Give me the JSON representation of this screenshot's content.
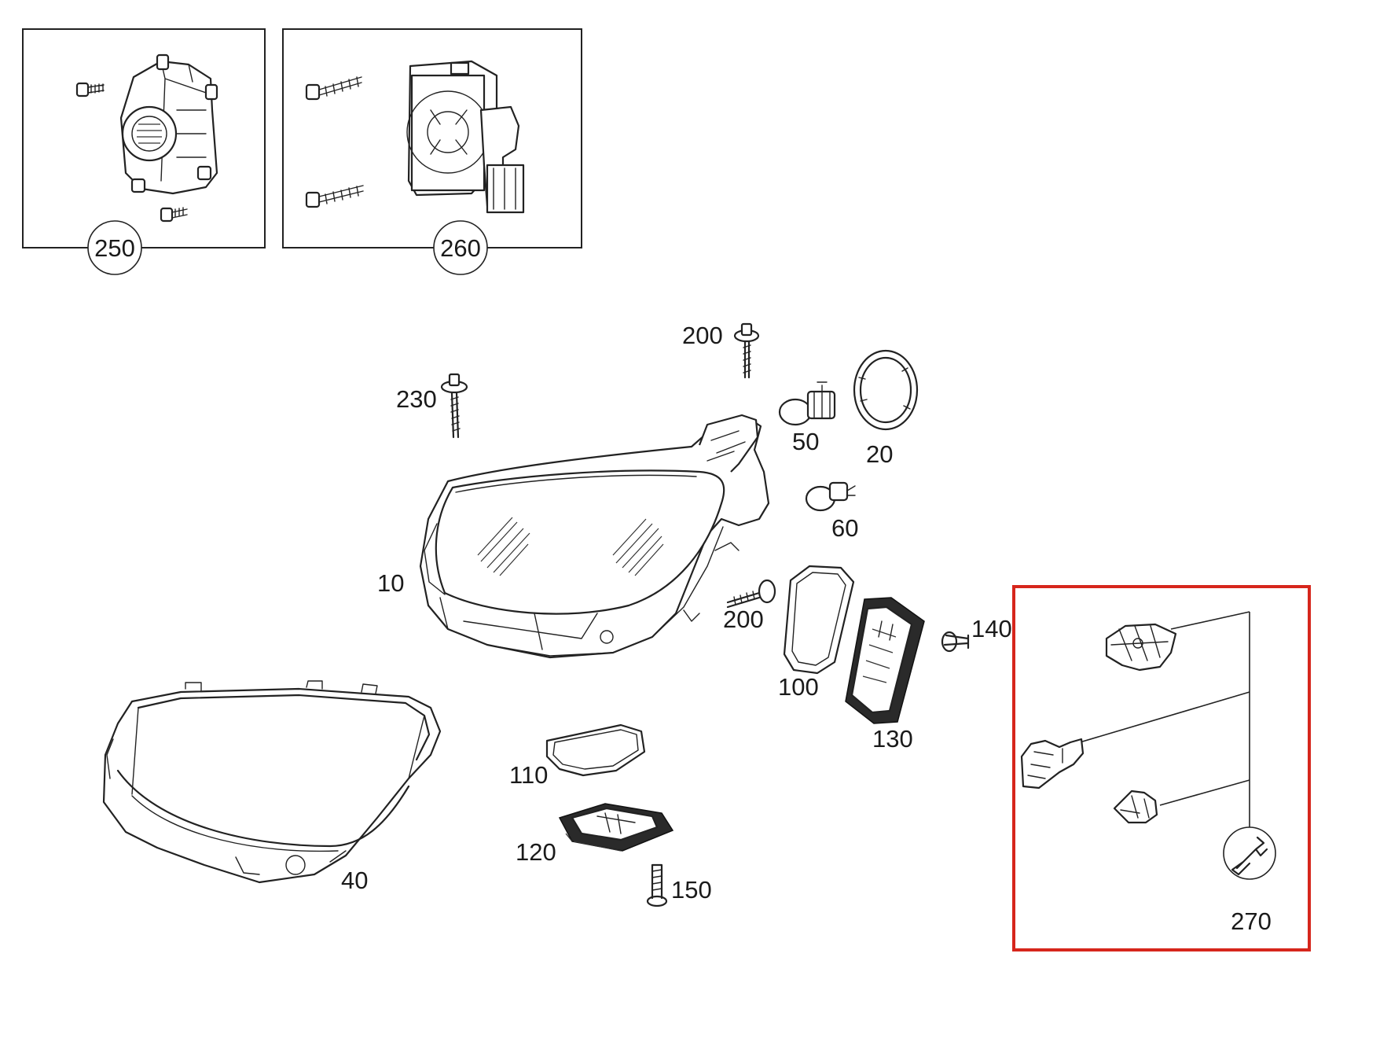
{
  "diagram": {
    "callouts": {
      "c250": "250",
      "c260": "260",
      "c200a": "200",
      "c230": "230",
      "c50": "50",
      "c20": "20",
      "c60": "60",
      "c10": "10",
      "c200b": "200",
      "c140": "140",
      "c100": "100",
      "c130": "130",
      "c110": "110",
      "c120": "120",
      "c150": "150",
      "c40": "40",
      "c270": "270"
    },
    "colors": {
      "line": "#222222",
      "highlight_box": "#d6261c",
      "background": "#ffffff"
    },
    "icons": {
      "kit_symbol": "wrench-icon"
    }
  }
}
